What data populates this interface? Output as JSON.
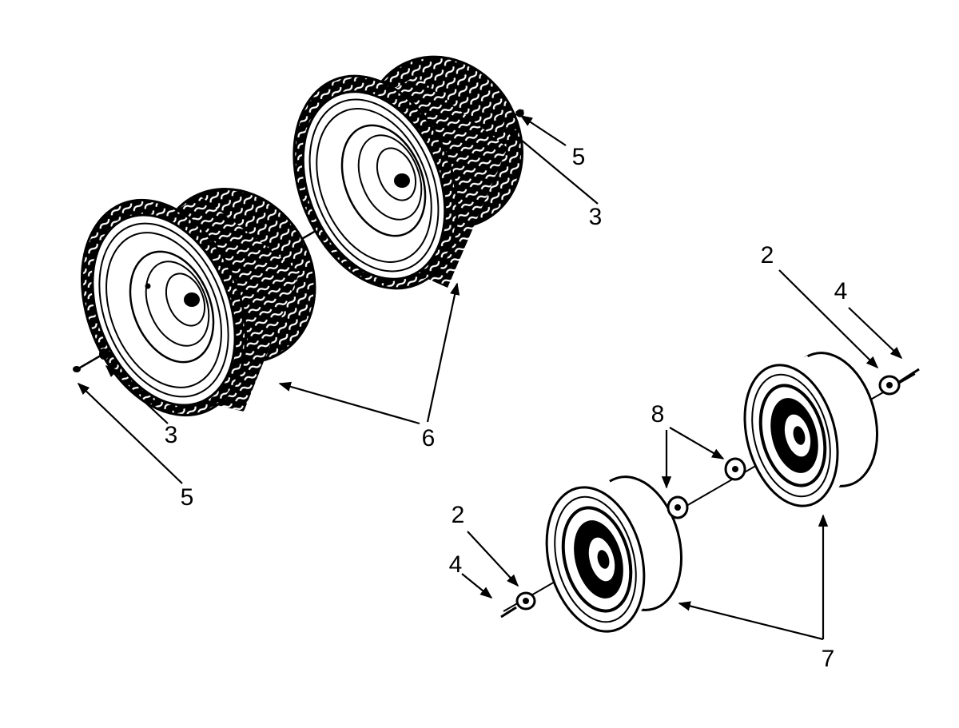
{
  "diagram": {
    "type": "exploded-parts-view",
    "subject": "wheel assembly",
    "ink_color": "#000000",
    "paper_color": "#ffffff",
    "callouts": [
      {
        "id": "c2-right",
        "label": "2",
        "part": "2"
      },
      {
        "id": "c4-right",
        "label": "4",
        "part": "4"
      },
      {
        "id": "c5-top",
        "label": "5",
        "part": "5"
      },
      {
        "id": "c3-top",
        "label": "3",
        "part": "3"
      },
      {
        "id": "c3-bottom",
        "label": "3",
        "part": "3"
      },
      {
        "id": "c5-bottom",
        "label": "5",
        "part": "5"
      },
      {
        "id": "c6",
        "label": "6",
        "part": "6"
      },
      {
        "id": "c8",
        "label": "8",
        "part": "8"
      },
      {
        "id": "c2-left",
        "label": "2",
        "part": "2"
      },
      {
        "id": "c4-left",
        "label": "4",
        "part": "4"
      },
      {
        "id": "c7",
        "label": "7",
        "part": "7"
      }
    ]
  }
}
